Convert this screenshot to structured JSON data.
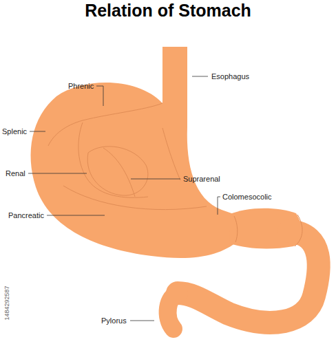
{
  "diagram": {
    "title": "Relation of Stomach",
    "labels": [
      "Esophagus",
      "Phrenic",
      "Splenic",
      "Renal",
      "Suprarenal",
      "Colomesocolic",
      "Pancreatic",
      "Pylorus",
      "1484292587"
    ]
  }
}
